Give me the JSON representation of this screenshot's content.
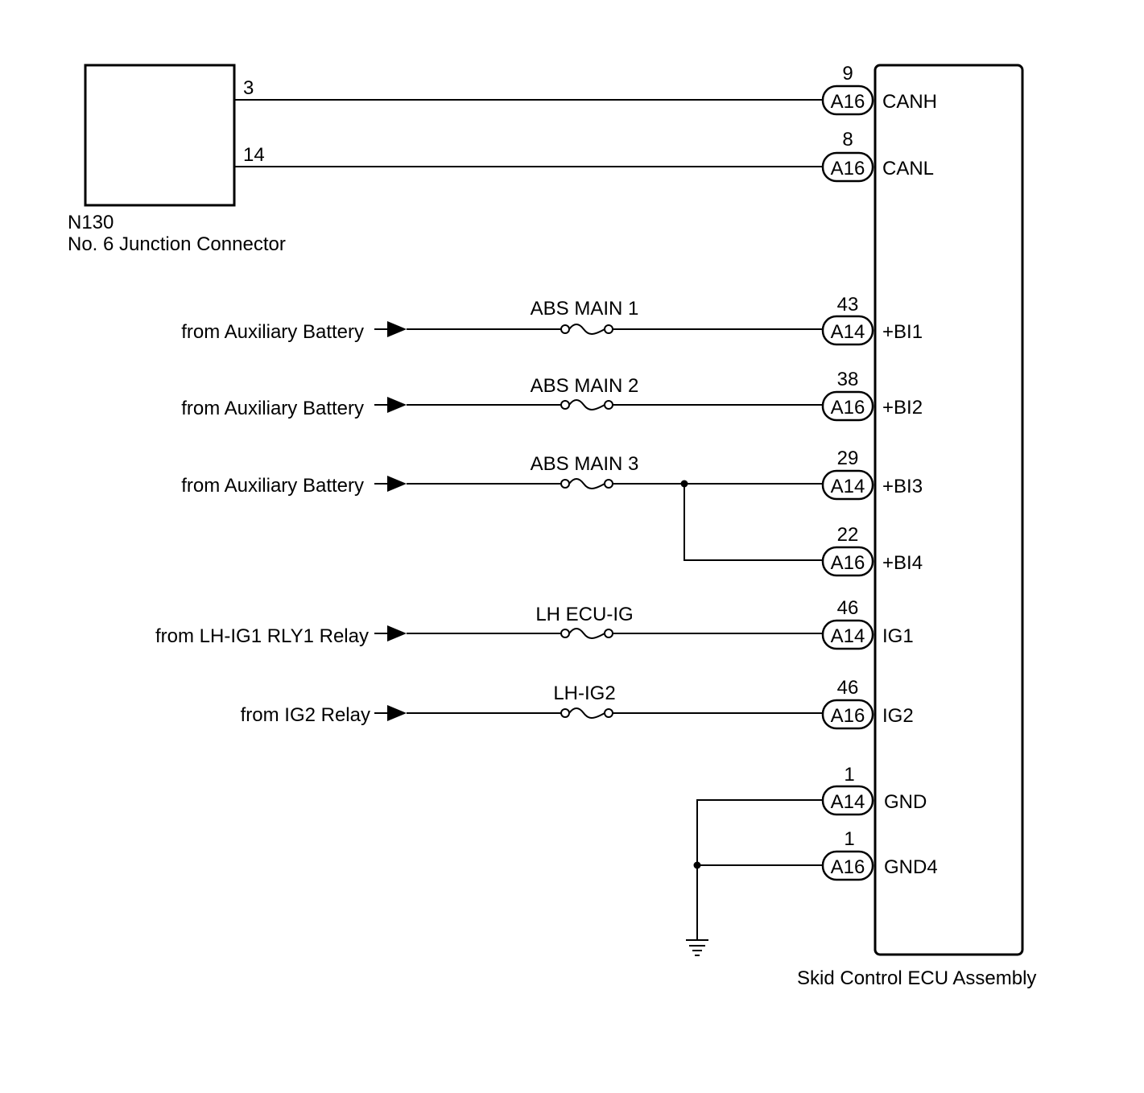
{
  "junction_connector": {
    "code": "N130",
    "name": "No. 6 Junction Connector",
    "pins": [
      "3",
      "14"
    ]
  },
  "ecu": {
    "name": "Skid Control ECU Assembly"
  },
  "can_lines": [
    {
      "from_pin": "3",
      "connector": "A16",
      "pin": "9",
      "terminal": "CANH"
    },
    {
      "from_pin": "14",
      "connector": "A16",
      "pin": "8",
      "terminal": "CANL"
    }
  ],
  "power_lines": [
    {
      "source": "from Auxiliary Battery",
      "fuse": "ABS MAIN 1",
      "connector": "A14",
      "pin": "43",
      "terminal": "+BI1"
    },
    {
      "source": "from Auxiliary Battery",
      "fuse": "ABS MAIN 2",
      "connector": "A16",
      "pin": "38",
      "terminal": "+BI2"
    },
    {
      "source": "from Auxiliary Battery",
      "fuse": "ABS MAIN 3",
      "connector": "A14",
      "pin": "29",
      "terminal": "+BI3"
    },
    {
      "source": "",
      "fuse": "",
      "connector": "A16",
      "pin": "22",
      "terminal": "+BI4"
    },
    {
      "source": "from LH-IG1 RLY1 Relay",
      "fuse": "LH ECU-IG",
      "connector": "A14",
      "pin": "46",
      "terminal": "IG1"
    },
    {
      "source": "from IG2 Relay",
      "fuse": "LH-IG2",
      "connector": "A16",
      "pin": "46",
      "terminal": "IG2"
    }
  ],
  "ground_lines": [
    {
      "connector": "A14",
      "pin": "1",
      "terminal": "GND"
    },
    {
      "connector": "A16",
      "pin": "1",
      "terminal": "GND4"
    }
  ]
}
